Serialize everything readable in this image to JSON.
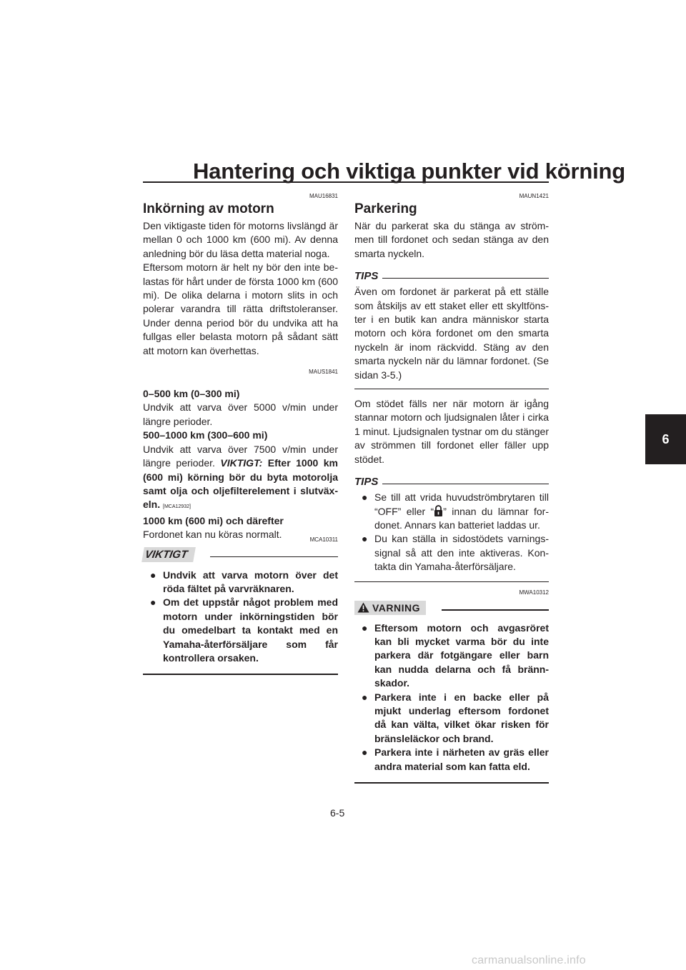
{
  "header": {
    "title": "Hantering och viktiga punkter vid körning"
  },
  "left": {
    "code1": "MAU16831",
    "heading": "Inkörning av motorn",
    "para1": "Den viktigaste tiden för motorns livslängd är mellan 0 och 1000 km (600 mi). Av denna anledning bör du läsa detta material noga.",
    "para2": "Eftersom motorn är helt ny bör den inte be­lastas för hårt under de första 1000 km (600 mi). De olika delarna i motorn slits in och polerar varandra till rätta driftstoleranser. Under denna period bör du undvika att ha fullgas eller belasta motorn på sådant sätt att motorn kan överhettas.",
    "code2": "MAUS1841",
    "range1_title": "0–500 km (0–300 mi)",
    "range1_text": "Undvik att varva över 5000 v/min under längre perioder.",
    "range2_title": "500–1000 km (300–600 mi)",
    "range2_text_a": "Undvik att varva över 7500 v/min under längre perioder.",
    "range2_viktigt": "VIKTIGT:",
    "range2_text_b": " Efter 1000 km (600 mi) körning bör du byta motorolja samt olja och oljefilterelement i slutväx­eln.",
    "range2_code": "[MCA12932]",
    "range3_title": "1000 km (600 mi) och därefter",
    "range3_text": "Fordonet kan nu köras normalt.",
    "code3": "MCA10311",
    "viktigt_label": "VIKTIGT",
    "viktigt_items": [
      "Undvik att varva motorn över det röda fältet på varvräknaren.",
      "Om det uppstår något problem med motorn under inkörningstiden bör du omedelbart ta kontakt med en Yamaha-återförsäljare som får kontrollera orsaken."
    ]
  },
  "right": {
    "code1": "MAUN1421",
    "heading": "Parkering",
    "para1": "När du parkerat ska du stänga av ström­men till fordonet och sedan stänga av den smarta nyckeln.",
    "tips_label": "TIPS",
    "tips1_text": "Även om fordonet är parkerat på ett ställe som åtskiljs av ett staket eller ett skyltföns­ter i en butik kan andra människor starta motorn och köra fordonet om den smarta nyckeln är inom räckvidd. Stäng av den smarta nyckeln när du lämnar fordonet. (Se sidan 3-5.)",
    "para2": "Om stödet fälls ner när motorn är igång stannar motorn och ljudsignalen låter i cirka 1 minut. Ljudsignalen tystnar om du stäng­er av strömmen till fordonet eller fäller upp stödet.",
    "tips2_label": "TIPS",
    "tips2_item1_a": "Se till att vrida huvudströmbrytaren till “OFF” eller “",
    "tips2_item1_b": "” innan du lämnar for­donet. Annars kan batteriet laddas ur.",
    "tips2_item2": "Du kan ställa in sidostödets varnings­signal så att den inte aktiveras. Kon­takta din Yamaha-återförsäljare.",
    "code2": "MWA10312",
    "varning_label": "VARNING",
    "varning_items": [
      "Eftersom motorn och avgasröret kan bli mycket varma bör du inte parkera där fotgängare eller barn kan nudda delarna och få bränn­skador.",
      "Parkera inte i en backe eller på mjukt underlag eftersom fordonet då kan välta, vilket ökar risken för bränsleläckor och brand.",
      "Parkera inte i närheten av gräs eller andra material som kan fatta eld."
    ]
  },
  "side_tab": "6",
  "page_number": "6-5",
  "footer": "carmanualsonline.info"
}
